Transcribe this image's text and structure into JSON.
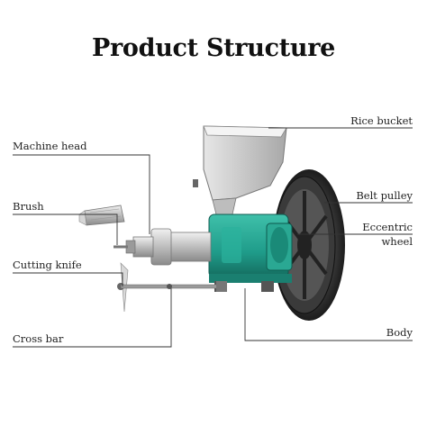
{
  "title": "Product Structure",
  "labels": {
    "rice_bucket": "Rice bucket",
    "machine_head": "Machine head",
    "belt_pulley": "Belt pulley",
    "brush": "Brush",
    "eccentric_wheel_line1": "Eccentric",
    "eccentric_wheel_line2": "wheel",
    "cutting_knife": "Cutting knife",
    "cross_bar": "Cross bar",
    "body": "Body"
  },
  "colors": {
    "body_green": "#1f9c8a",
    "steel": "#c9c9c9",
    "pulley_dark": "#2c2c2c"
  }
}
